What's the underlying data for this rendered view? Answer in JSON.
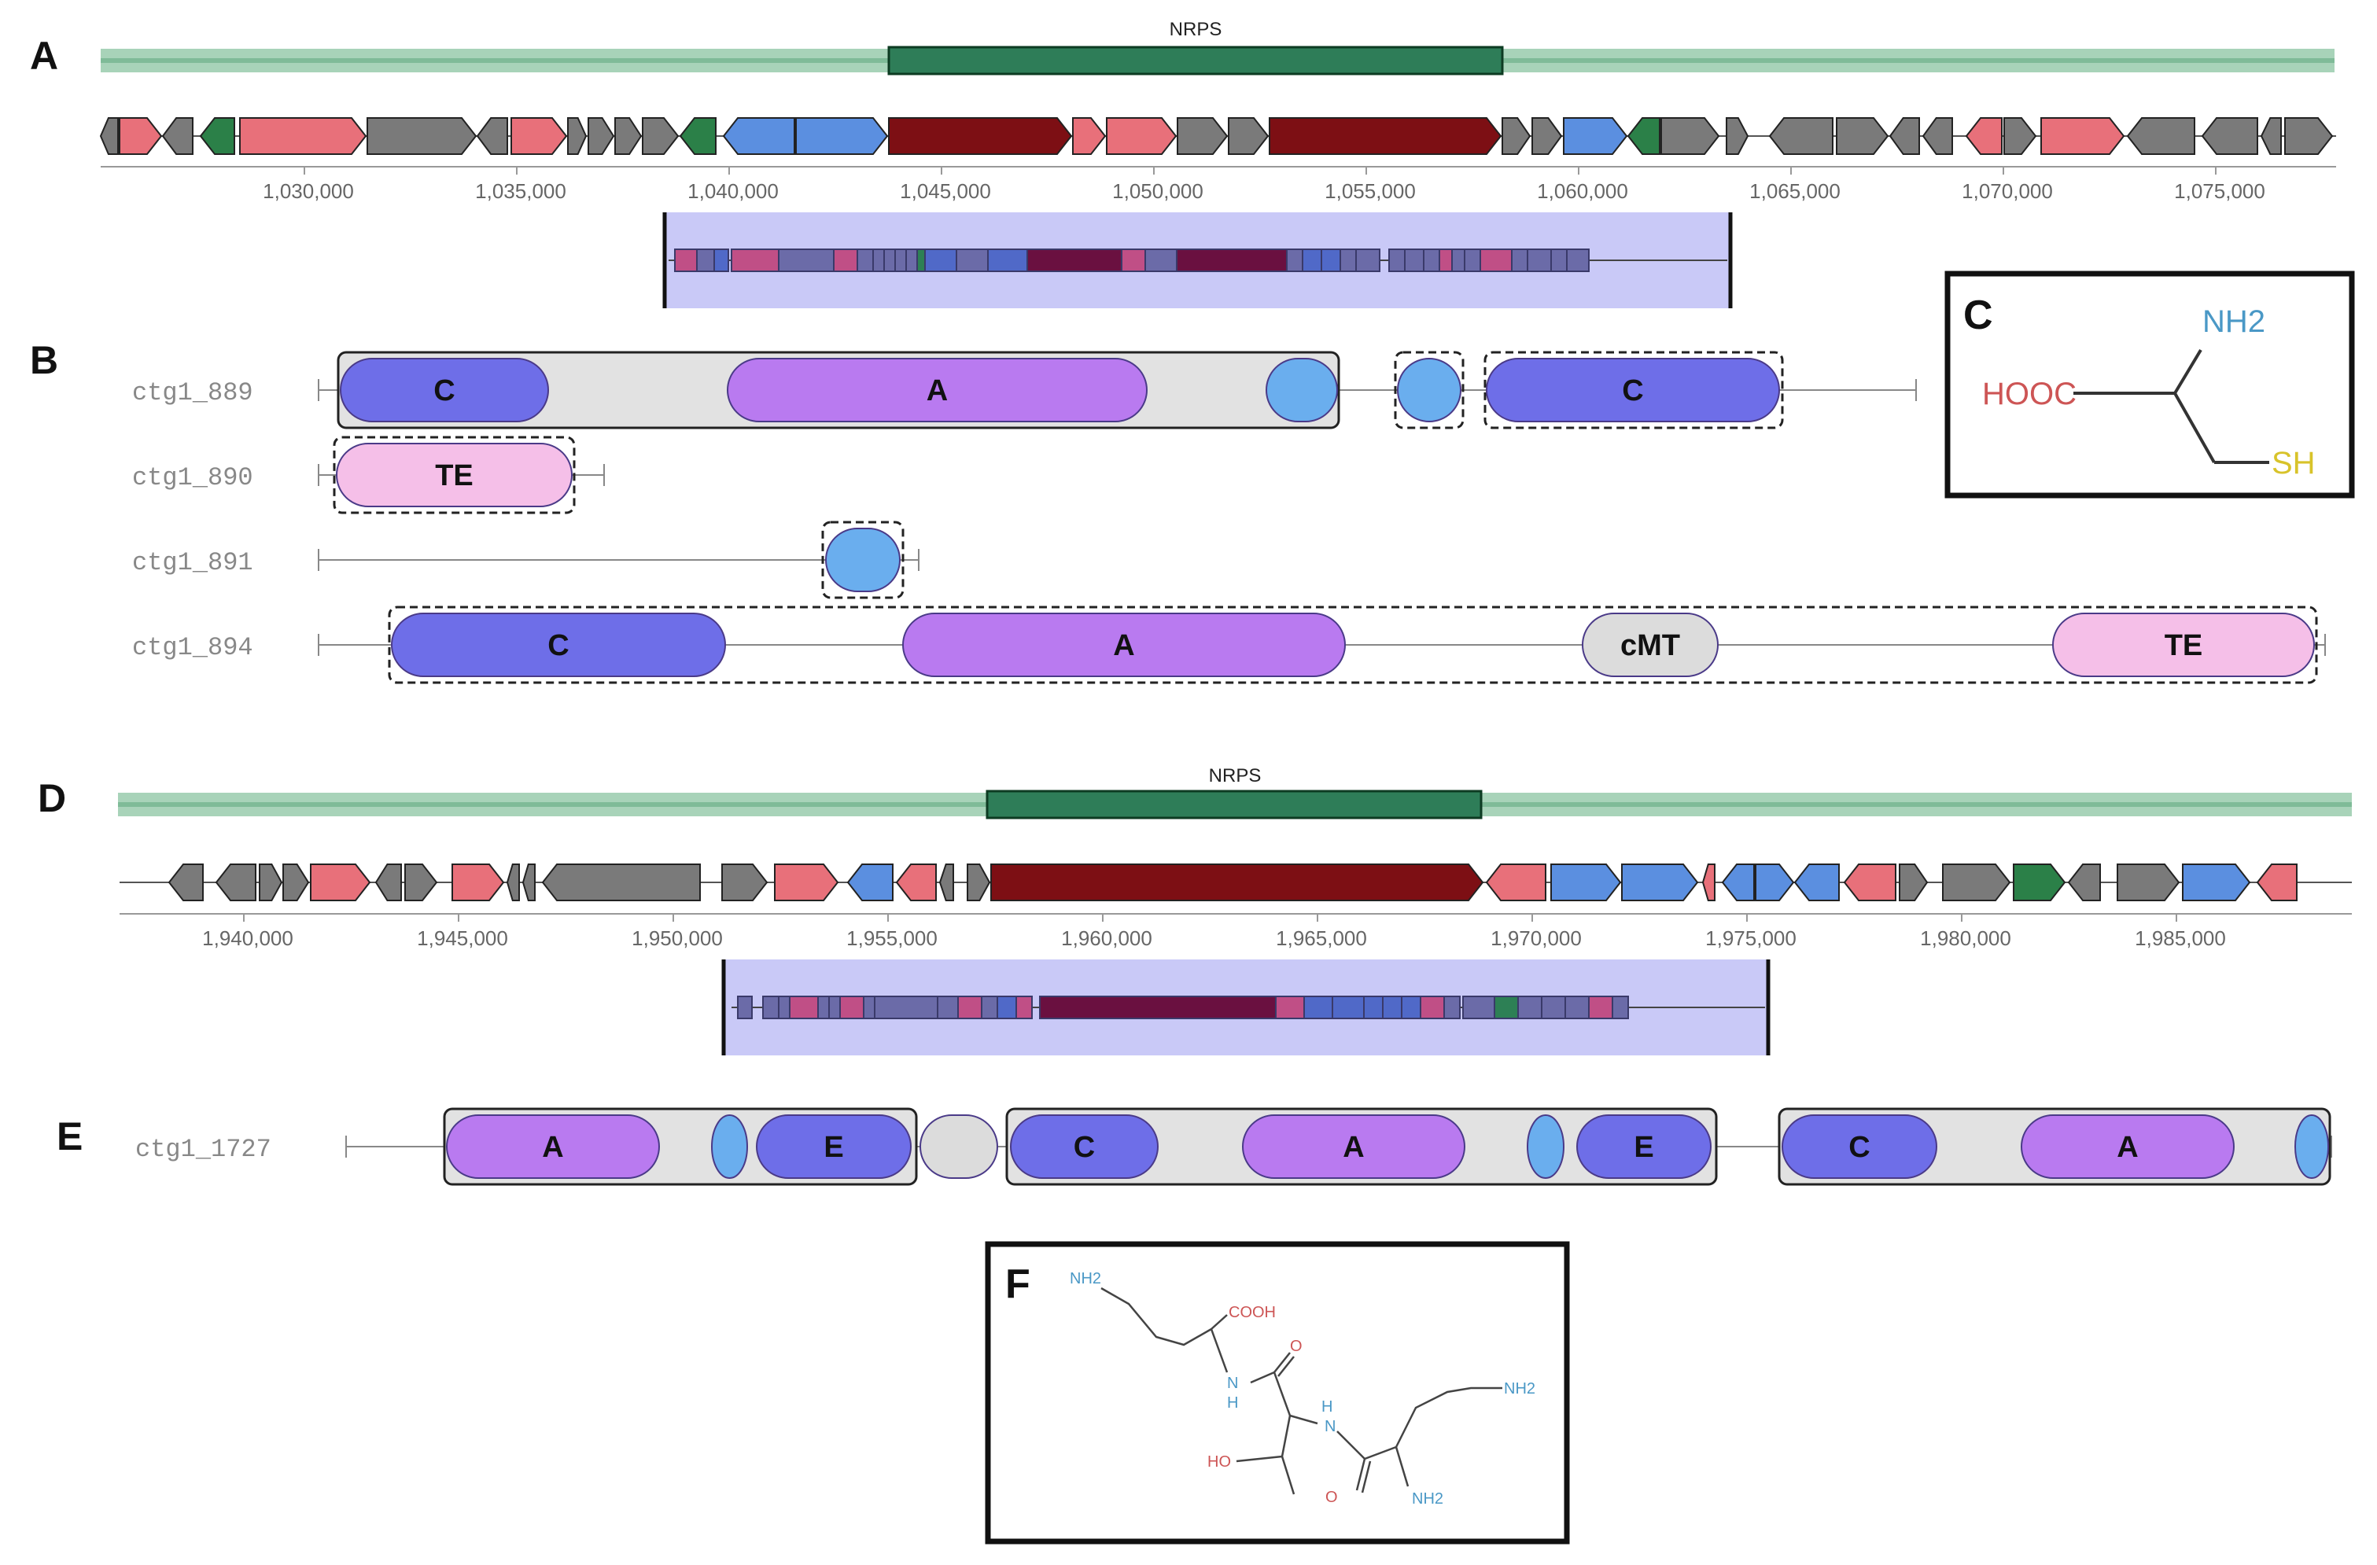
{
  "panels": {
    "A": "A",
    "B": "B",
    "C": "C",
    "D": "D",
    "E": "E",
    "F": "F"
  },
  "colors": {
    "region_light": "#a8d3b9",
    "region_dark": "#2e7d58",
    "gene_grey": "#7a7a7a",
    "gene_red": "#e8707a",
    "gene_blue": "#5b8fe0",
    "gene_green": "#2b8048",
    "gene_maroon": "#7d0f14",
    "domain_c": "#6e6ee8",
    "domain_a": "#b97af0",
    "domain_pcp": "#6aaeee",
    "domain_te": "#f5bfe8",
    "domain_cmt": "#dcdcdc",
    "highlight": "#c9c9f7"
  },
  "region_A": {
    "label": "NRPS",
    "ticks": [
      "1,030,000",
      "1,035,000",
      "1,040,000",
      "1,045,000",
      "1,050,000",
      "1,055,000",
      "1,060,000",
      "1,065,000",
      "1,070,000",
      "1,075,000"
    ]
  },
  "region_D": {
    "label": "NRPS",
    "ticks": [
      "1,940,000",
      "1,945,000",
      "1,950,000",
      "1,955,000",
      "1,960,000",
      "1,965,000",
      "1,970,000",
      "1,975,000",
      "1,980,000",
      "1,985,000"
    ]
  },
  "panel_B": {
    "rows": [
      {
        "name": "ctg1_889",
        "domains": [
          "C",
          "A",
          "",
          "",
          "C"
        ]
      },
      {
        "name": "ctg1_890",
        "domains": [
          "TE"
        ]
      },
      {
        "name": "ctg1_891",
        "domains": [
          ""
        ]
      },
      {
        "name": "ctg1_894",
        "domains": [
          "C",
          "A",
          "cMT",
          "TE"
        ]
      }
    ]
  },
  "panel_E": {
    "rows": [
      {
        "name": "ctg1_1727",
        "domains": [
          "A",
          "",
          "E",
          "",
          "C",
          "A",
          "",
          "E",
          "C",
          "A",
          ""
        ]
      }
    ]
  },
  "panel_C": {
    "nh2": "NH2",
    "hooc": "HOOC",
    "sh": "SH"
  },
  "panel_F": {
    "nh2_top": "NH2",
    "cooh": "COOH",
    "nh_1": "N",
    "h_1": "H",
    "nh_2": "N",
    "h_2": "H",
    "ho": "HO",
    "o": "O",
    "o2": "O",
    "nh2_right": "NH2",
    "nh2_bottom": "NH2"
  }
}
